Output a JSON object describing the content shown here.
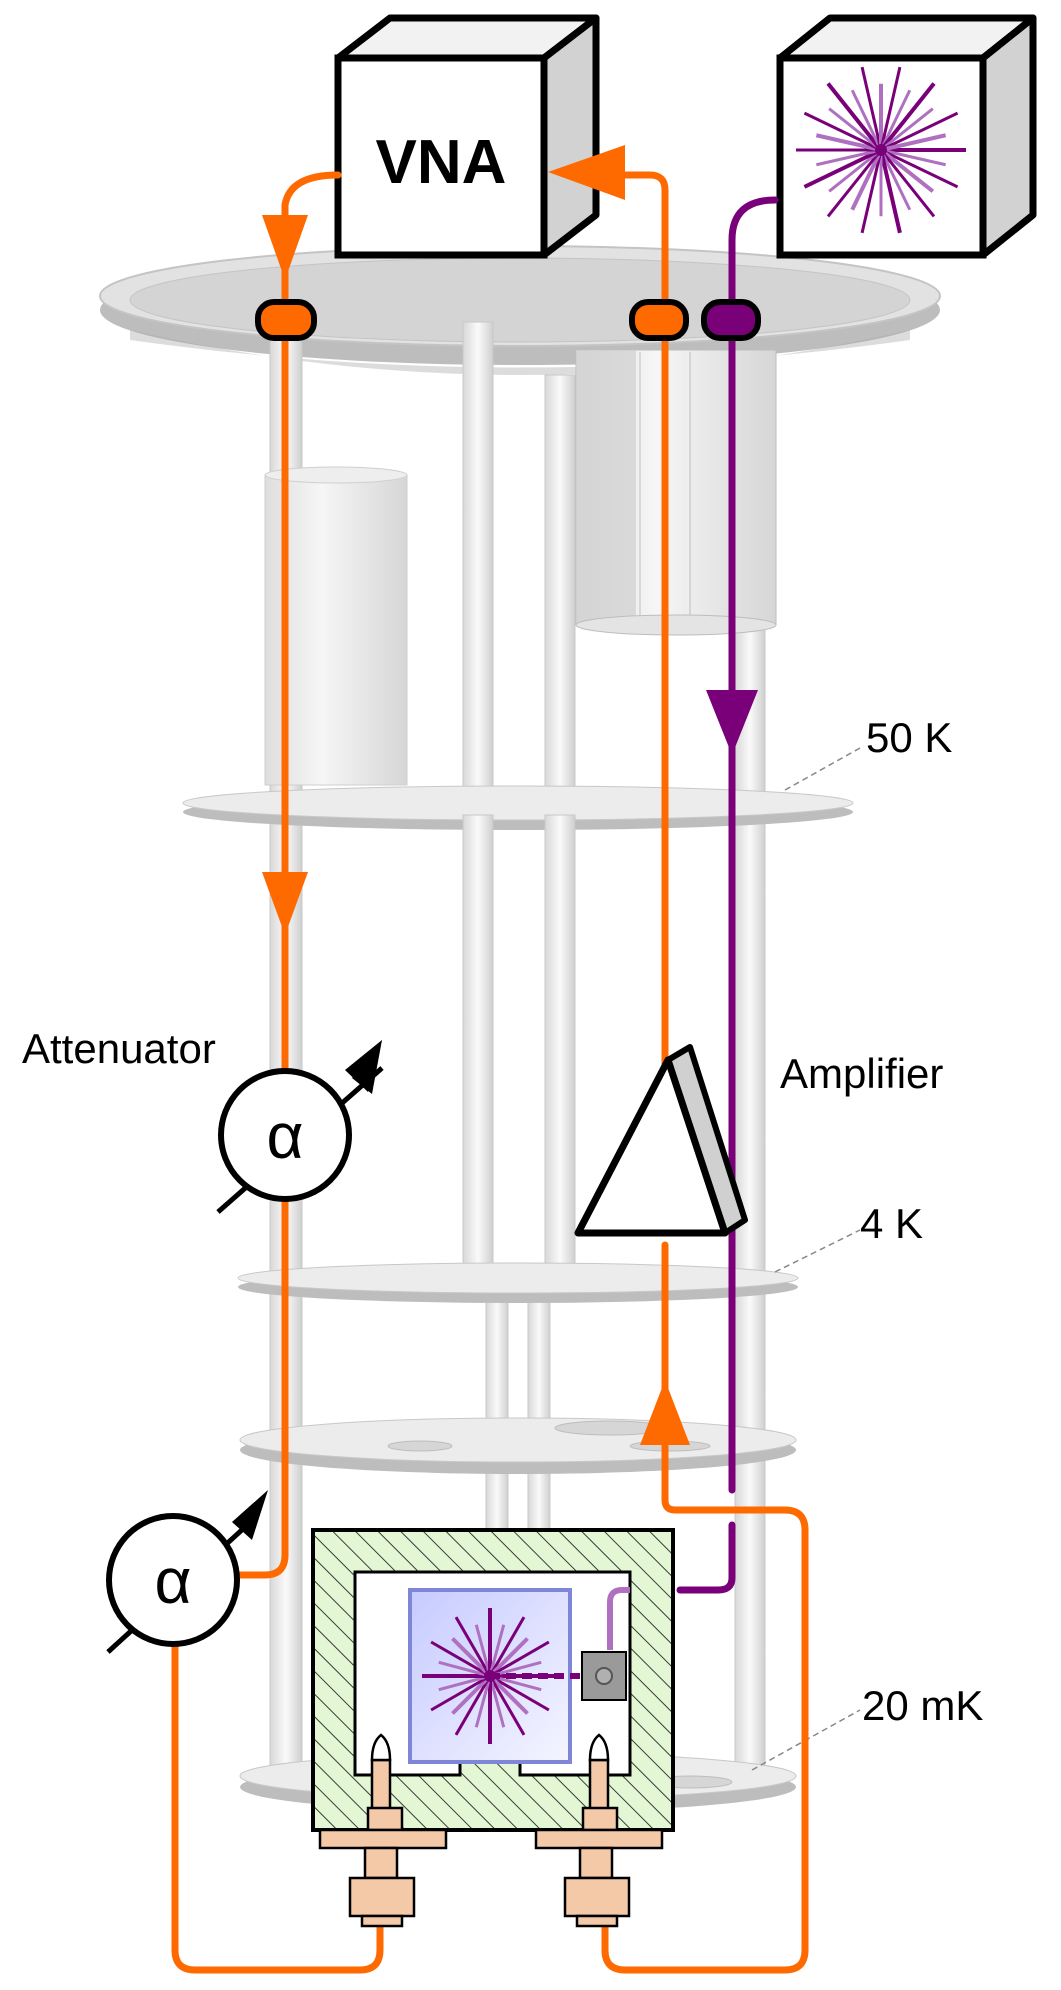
{
  "labels": {
    "vna": "VNA",
    "attenuator": "Attenuator",
    "amplifier": "Amplifier",
    "stage_50k": "50 K",
    "stage_4k": "4 K",
    "stage_20mk": "20 mK",
    "alpha": "α"
  },
  "colors": {
    "orange": "#ff6a00",
    "purple": "#7a007a",
    "light_purple": "#b070c0",
    "plate": "#ececec",
    "plate_edge": "#b8b8b8",
    "hatch_fill": "#e3f7d5",
    "hatch_line": "#3a3a3a",
    "sample_box": "#ccd0ff",
    "connector": "#f4c9a8"
  },
  "icons": {
    "source": "starburst-icon",
    "sample": "starburst-icon",
    "attenuator": "variable-attenuator-icon",
    "amplifier": "triangle-amplifier-icon"
  }
}
